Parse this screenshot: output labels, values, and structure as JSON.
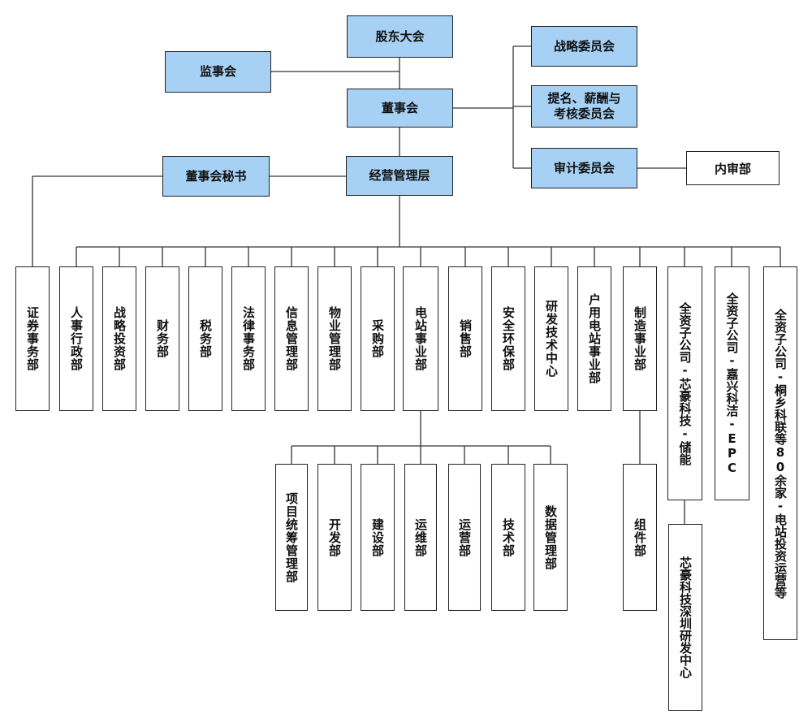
{
  "governance": {
    "shareholders_meeting": "股东大会",
    "supervisory_board": "监事会",
    "board": "董事会",
    "board_secretary": "董事会秘书",
    "management": "经营管理层"
  },
  "committees": {
    "strategy": "战略委员会",
    "nomination": "提名、薪酬与\n考核委员会",
    "audit": "审计委员会",
    "internal_audit": "内审部"
  },
  "departments": [
    "证券事务部",
    "人事行政部",
    "战略投资部",
    "财务部",
    "税务部",
    "法律事务部",
    "信息管理部",
    "物业管理部",
    "采购部",
    "电站事业部",
    "销售部",
    "安全环保部",
    "研发技术中心",
    "户用电站事业部",
    "制造事业部",
    "全资子公司-芯豪科技-储能",
    "全资子公司-嘉兴科洁-EPC",
    "全资子公司-桐乡科联等80余家-电站投资运营等"
  ],
  "power_station_units": [
    "项目统筹管理部",
    "开发部",
    "建设部",
    "运维部",
    "运营部",
    "技术部",
    "数据管理部"
  ],
  "manufacturing_units": [
    "组件部"
  ],
  "xinhao_units": [
    "芯豪科技深圳研发中心"
  ],
  "colors": {
    "box_fill": "#a6d0f4",
    "line": "#333333",
    "border": "#222222"
  }
}
